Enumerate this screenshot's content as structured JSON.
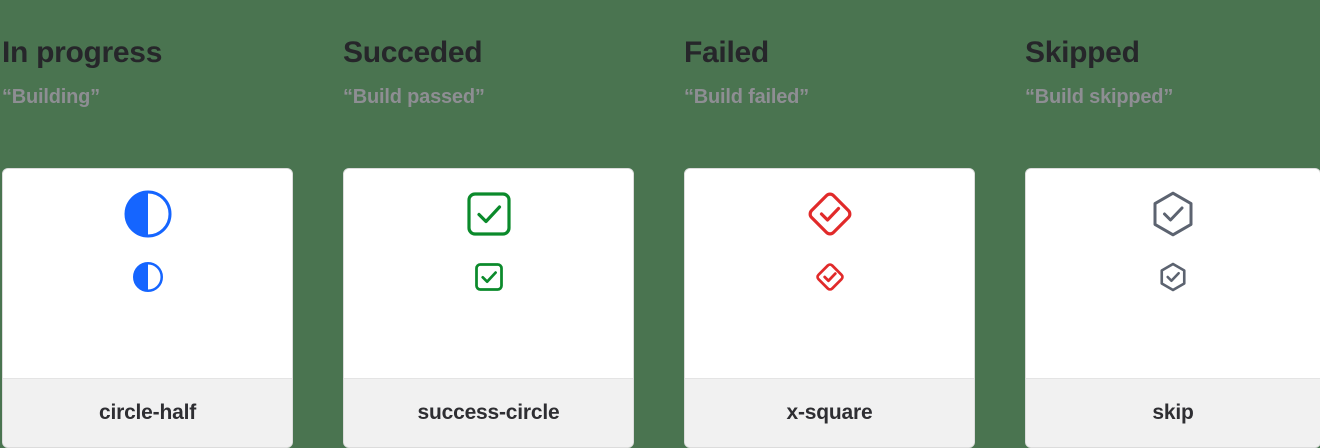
{
  "page": {
    "background_color": "#4a7450",
    "card_background": "#ffffff",
    "footer_background": "#f1f1f1"
  },
  "columns": [
    {
      "title": "In progress",
      "subtitle": "“Building”",
      "icon_name": "circle-half-icon",
      "icon_label": "circle-half",
      "icon_color": "#1565ff"
    },
    {
      "title": "Succeded",
      "subtitle": "“Build passed”",
      "icon_name": "success-circle-icon",
      "icon_label": "success-circle",
      "icon_color": "#0b8a2b"
    },
    {
      "title": "Failed",
      "subtitle": "“Build failed”",
      "icon_name": "x-square-icon",
      "icon_label": "x-square",
      "icon_color": "#e12a2a"
    },
    {
      "title": "Skipped",
      "subtitle": "“Build skipped”",
      "icon_name": "skip-icon",
      "icon_label": "skip",
      "icon_color": "#5c6370"
    }
  ]
}
